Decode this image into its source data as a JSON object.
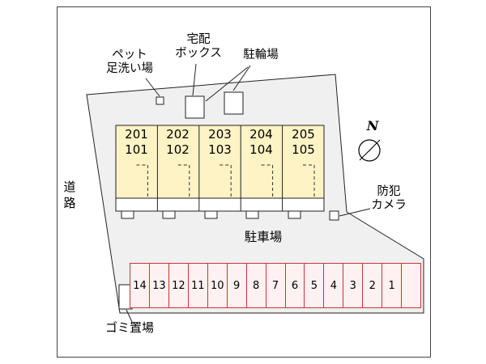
{
  "diagram": {
    "labels": {
      "pet_wash": "ペット\n足洗い場",
      "delivery_box": "宅配\nボックス",
      "bike_parking": "駐輪場",
      "road": "道\n路",
      "security_camera": "防犯\nカメラ",
      "parking_lot": "駐車場",
      "garbage": "ゴミ置場",
      "compass_north": "N"
    },
    "building": {
      "units": [
        {
          "upper": "201",
          "lower": "101"
        },
        {
          "upper": "202",
          "lower": "102"
        },
        {
          "upper": "203",
          "lower": "103"
        },
        {
          "upper": "204",
          "lower": "104"
        },
        {
          "upper": "205",
          "lower": "105"
        }
      ]
    },
    "parking": {
      "spaces": [
        "14",
        "13",
        "12",
        "11",
        "10",
        "9",
        "8",
        "7",
        "6",
        "5",
        "4",
        "3",
        "2",
        "1",
        ""
      ]
    },
    "colors": {
      "building_fill": "#fdf3c4",
      "plot_fill": "#f0f0f0",
      "parking_fill": "#fdf1f1",
      "parking_border": "#cc3333"
    }
  }
}
